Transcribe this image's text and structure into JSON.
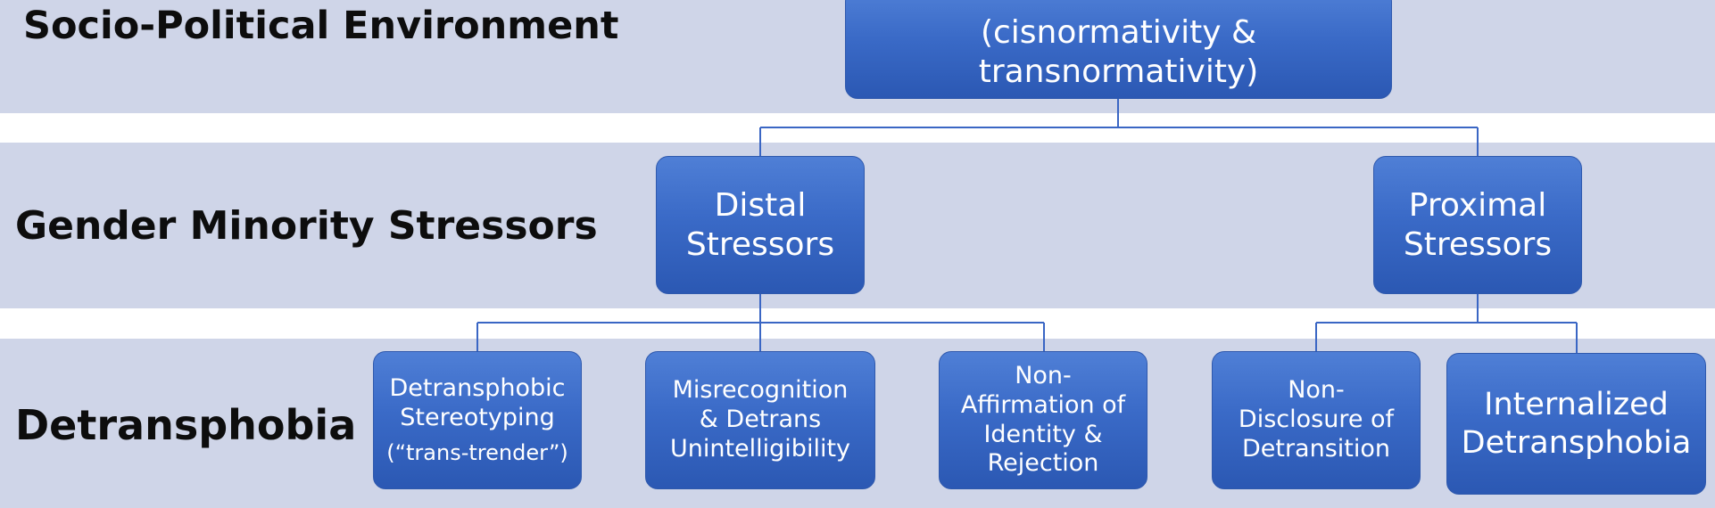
{
  "bands": {
    "socio_political": "Socio-Political Environment",
    "gender_minority": "Gender Minority Stressors",
    "detransphobia": "Detransphobia"
  },
  "nodes": {
    "top": [
      "(cisnormativity &",
      "transnormativity)"
    ],
    "distal": [
      "Distal",
      "Stressors"
    ],
    "proximal": [
      "Proximal",
      "Stressors"
    ],
    "stereotyping": [
      "Detransphobic",
      "Stereotyping",
      "(“trans-trender”)"
    ],
    "misrecognition": [
      "Misrecognition",
      "& Detrans",
      "Unintelligibility"
    ],
    "non_affirmation": [
      "Non-",
      "Affirmation of",
      "Identity &",
      "Rejection"
    ],
    "non_disclosure": [
      "Non-",
      "Disclosure of",
      "Detransition"
    ],
    "internalized": [
      "Internalized",
      "Detransphobia"
    ]
  },
  "colors": {
    "band": "#cfd5e8",
    "node_top": "#4f7fd6",
    "node_bottom": "#2b58b3",
    "connector": "#3a66c4"
  }
}
